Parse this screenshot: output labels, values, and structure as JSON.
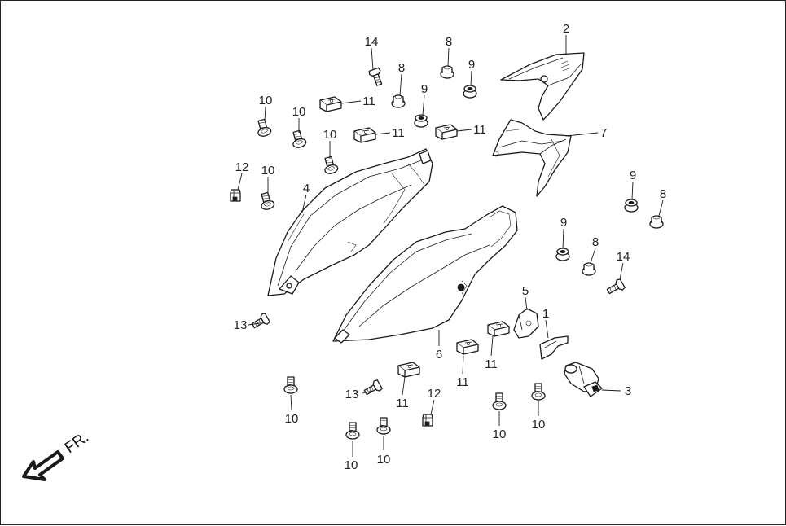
{
  "callouts": {
    "p1": "1",
    "p2": "2",
    "p3": "3",
    "p4": "4",
    "p5": "5",
    "p6": "6",
    "p7": "7",
    "p8": "8",
    "p9": "9",
    "p10": "10",
    "p11": "11",
    "p12": "12",
    "p13": "13",
    "p14": "14"
  },
  "direction": {
    "label": "FR."
  }
}
